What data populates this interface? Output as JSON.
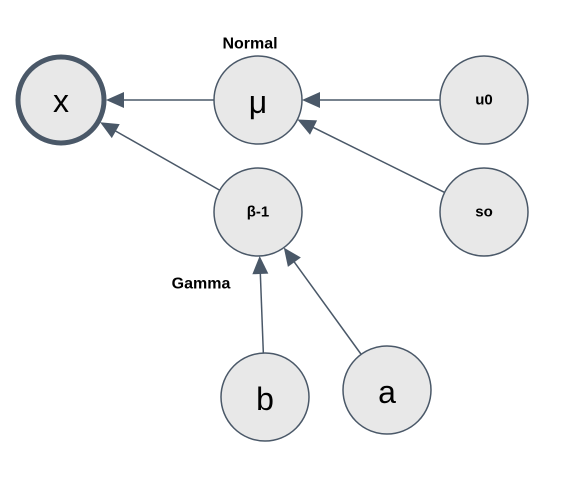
{
  "diagram": {
    "nodes": [
      {
        "id": "x",
        "label": "x"
      },
      {
        "id": "mu",
        "label": "μ"
      },
      {
        "id": "u0",
        "label": "u0"
      },
      {
        "id": "so",
        "label": "so"
      },
      {
        "id": "beta_inv",
        "label": "β-1"
      },
      {
        "id": "b",
        "label": "b"
      },
      {
        "id": "a",
        "label": "a"
      }
    ],
    "edges": [
      {
        "from": "mu",
        "to": "x"
      },
      {
        "from": "beta_inv",
        "to": "x"
      },
      {
        "from": "u0",
        "to": "mu"
      },
      {
        "from": "so",
        "to": "mu"
      },
      {
        "from": "b",
        "to": "beta_inv"
      },
      {
        "from": "a",
        "to": "beta_inv"
      }
    ],
    "distribution_labels": {
      "mu": "Normal",
      "beta_inv": "Gamma"
    },
    "colors": {
      "node_fill": "#e8e8e8",
      "stroke": "#4a5868"
    }
  }
}
